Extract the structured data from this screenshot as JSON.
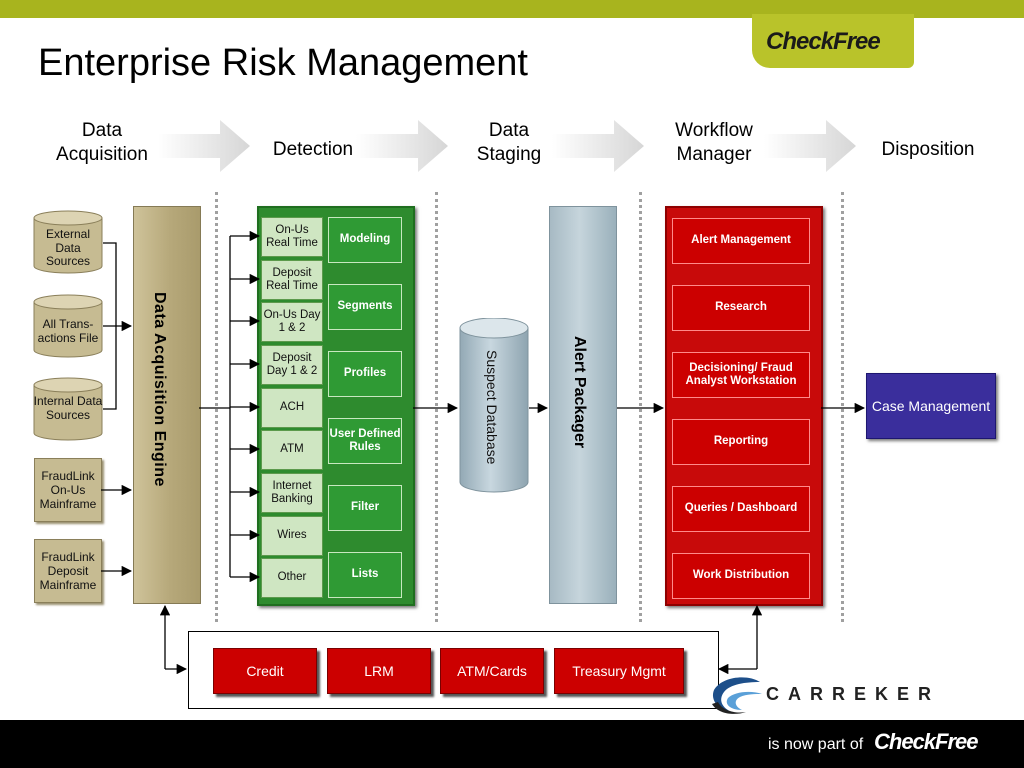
{
  "header": {
    "title": "Enterprise Risk Management",
    "logo": "CheckFree",
    "accent": "#a8b41e"
  },
  "stages": [
    "Data Acquisition",
    "Detection",
    "Data Staging",
    "Workflow Manager",
    "Disposition"
  ],
  "sources": [
    "External Data Sources",
    "All Trans-actions File",
    "Internal Data Sources",
    "FraudLink On-Us Mainframe",
    "FraudLink Deposit Mainframe"
  ],
  "engine": "Data Acquisition Engine",
  "channels": [
    "On-Us Real Time",
    "Deposit Real Time",
    "On-Us Day 1 & 2",
    "Deposit Day 1 & 2",
    "ACH",
    "ATM",
    "Internet Banking",
    "Wires",
    "Other"
  ],
  "techniques": [
    "Modeling",
    "Segments",
    "Profiles",
    "User Defined Rules",
    "Filter",
    "Lists"
  ],
  "staging": {
    "database": "Suspect Database",
    "packager": "Alert Packager"
  },
  "workflow": [
    "Alert Management",
    "Research",
    "Decisioning/ Fraud Analyst Workstation",
    "Reporting",
    "Queries / Dashboard",
    "Work Distribution"
  ],
  "disposition": "Case Management",
  "modules": [
    "Credit",
    "LRM",
    "ATM/Cards",
    "Treasury Mgmt"
  ],
  "footer": {
    "carreker": "CARREKER",
    "is_now_part_of": "is now part of",
    "logo": "CheckFree"
  },
  "colors": {
    "detection": "#2e8b2e",
    "workflow": "#c80a0a",
    "case": "#3a2e9c",
    "source": "#c6bb92"
  },
  "icons": {
    "carreker_logo": "swoosh-logo-icon"
  }
}
